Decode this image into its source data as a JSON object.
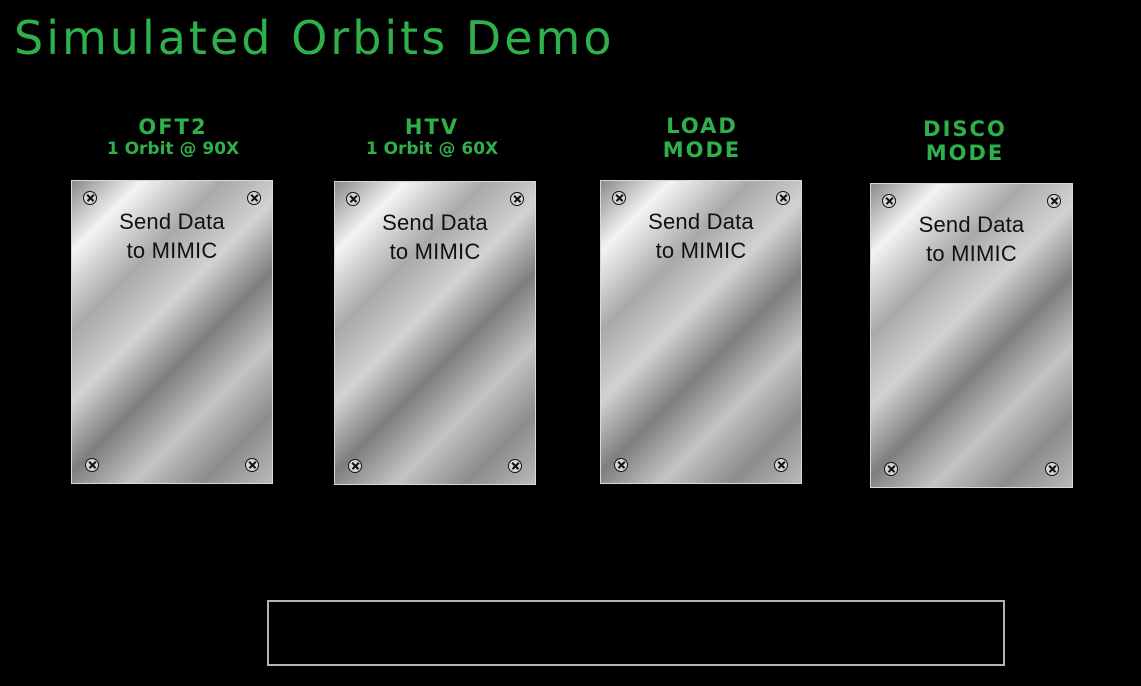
{
  "title": "Simulated Orbits Demo",
  "modes": [
    {
      "name": "OFT2",
      "sub": "1 Orbit @ 90X",
      "button_line1": "Send Data",
      "button_line2": "to MIMIC"
    },
    {
      "name": "HTV",
      "sub": "1 Orbit @ 60X",
      "button_line1": "Send Data",
      "button_line2": "to MIMIC"
    },
    {
      "name": "LOAD",
      "sub": "MODE",
      "button_line1": "Send Data",
      "button_line2": "to MIMIC"
    },
    {
      "name": "DISCO",
      "sub": "MODE",
      "button_line1": "Send Data",
      "button_line2": "to MIMIC"
    }
  ],
  "status_text": "",
  "colors": {
    "accent_green": "#2fb04a",
    "background": "#000000",
    "status_border": "#b5b5b5"
  }
}
